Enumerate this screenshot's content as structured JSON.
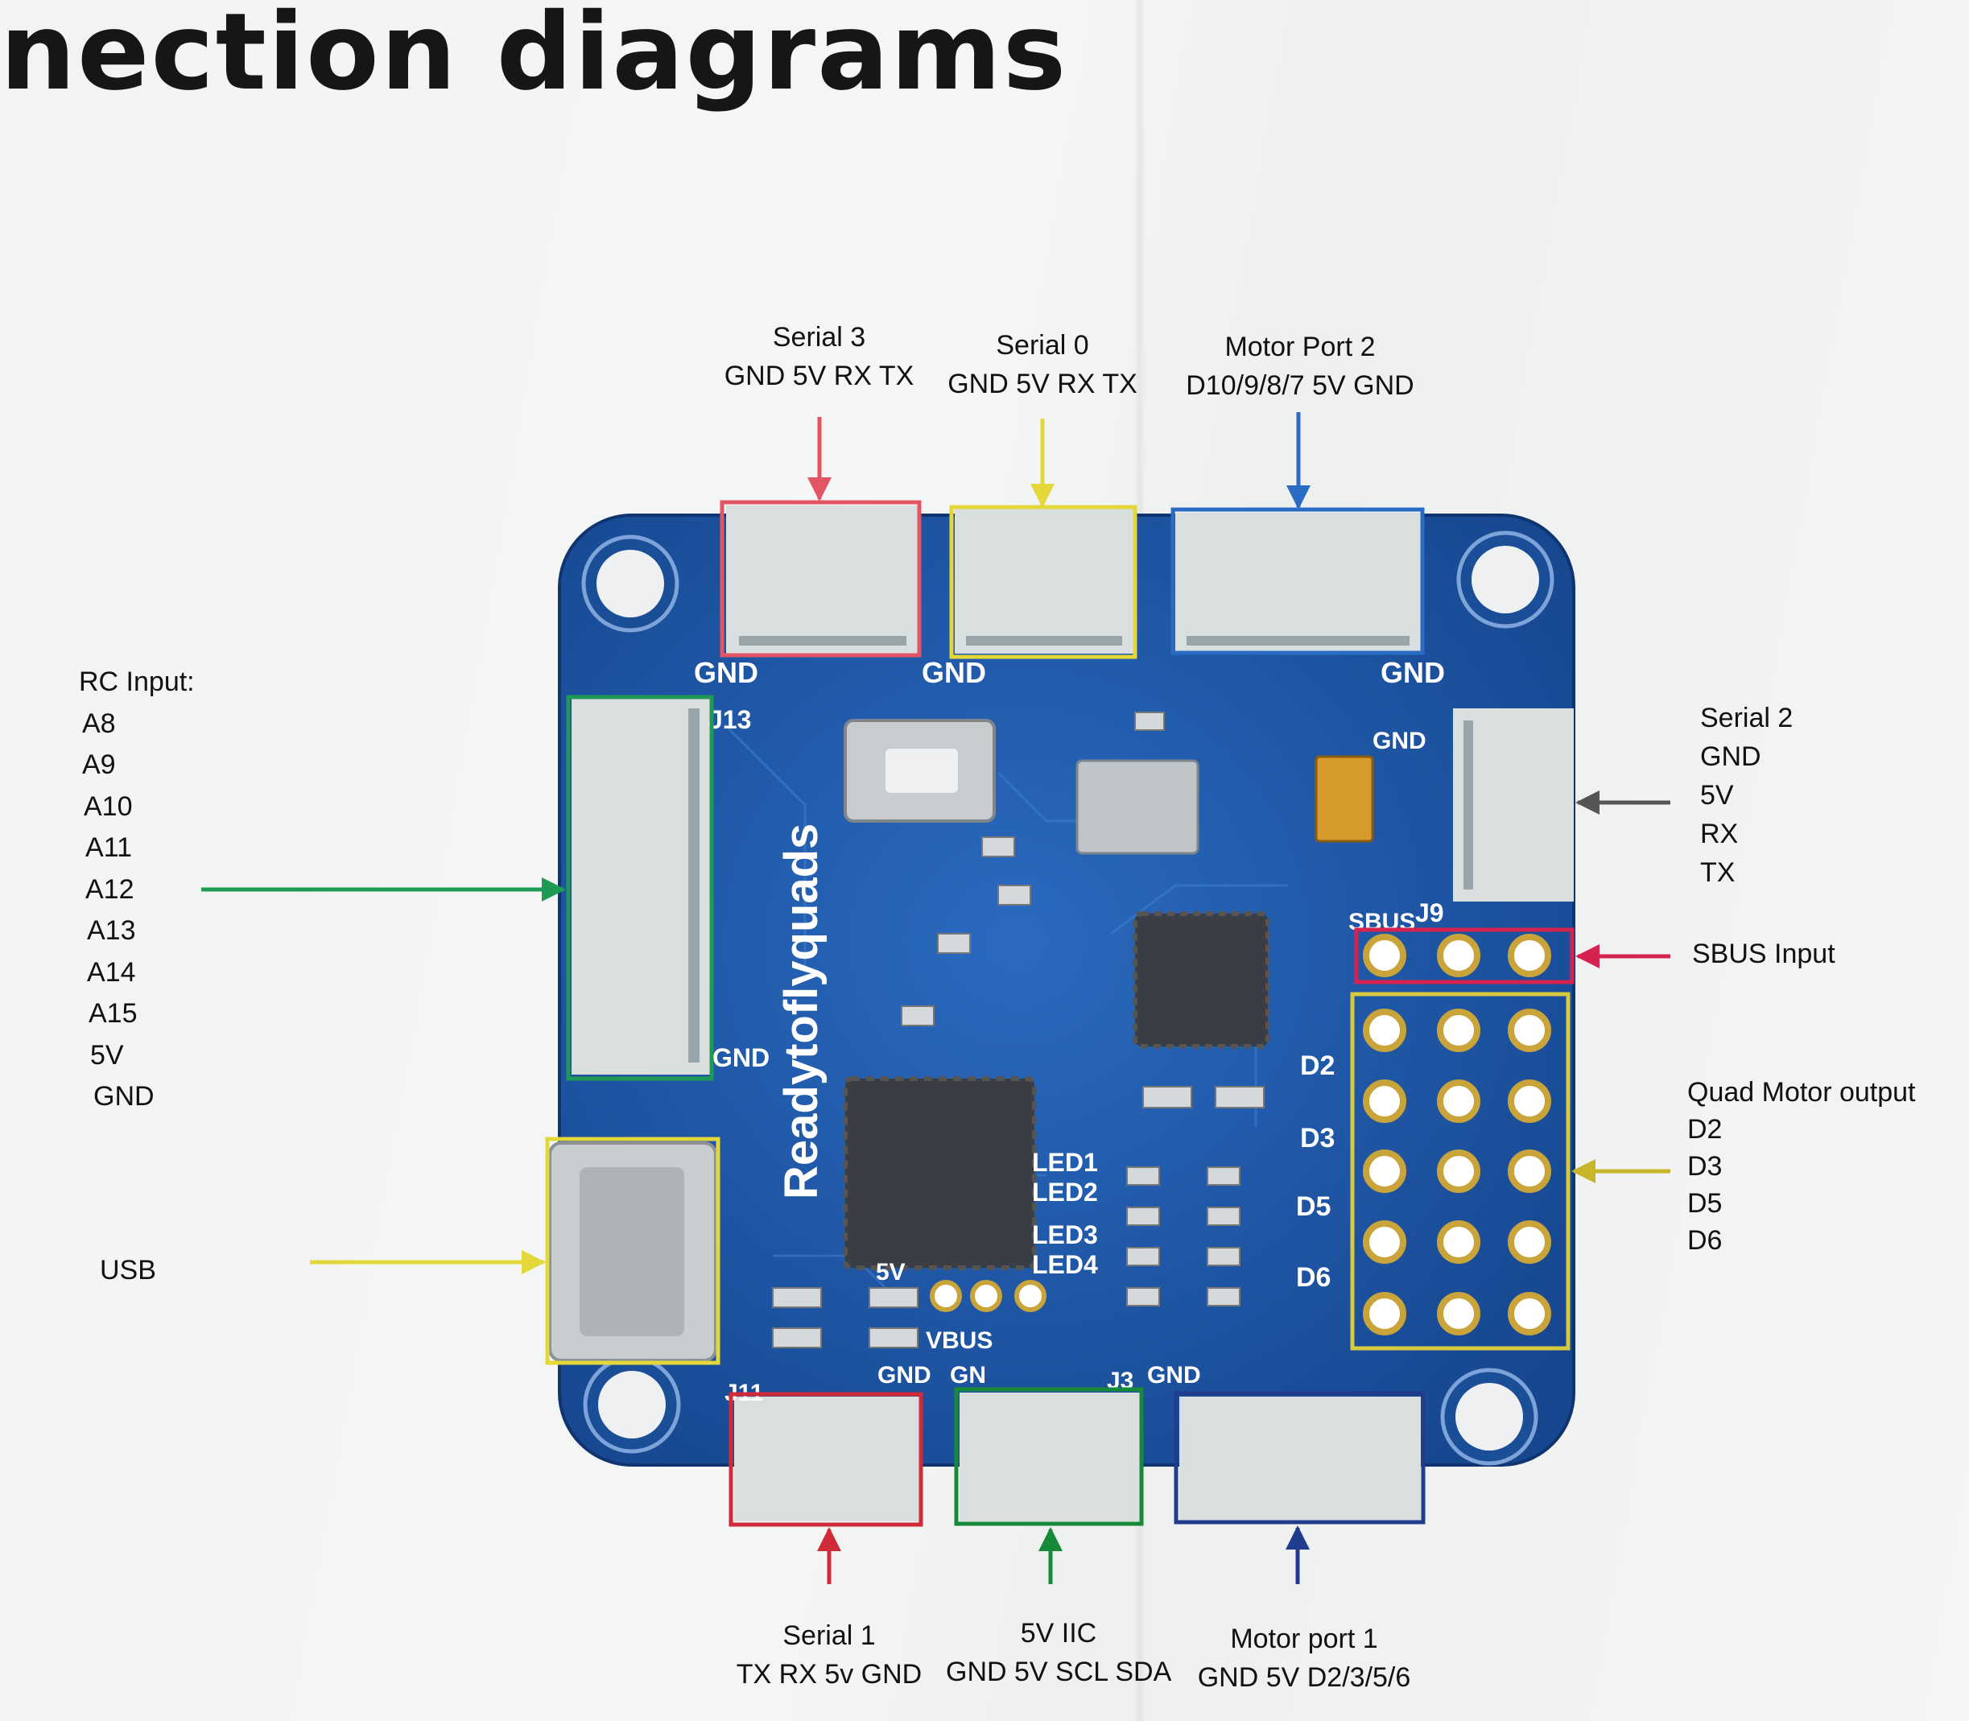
{
  "heading": "nection diagrams",
  "board": {
    "brand_text": "Readytoflyquads",
    "silkscreen": {
      "top_left": "GND",
      "top_mid": "GND",
      "top_right": "GND",
      "j13": "J13",
      "j9": "J9",
      "j11": "J11",
      "j3": "J3",
      "gnd_left": "GND",
      "gnd_right": "GND",
      "sbus": "SBUS",
      "d2": "D2",
      "d3": "D3",
      "d5": "D5",
      "d6": "D6",
      "led1": "LED1",
      "led2": "LED2",
      "led3": "LED3",
      "led4": "LED4",
      "five_v": "5V",
      "vbus": "VBUS",
      "bottom_gnd1": "GND",
      "bottom_gnd2": "GN",
      "bottom_gnd3": "GND"
    }
  },
  "labels": {
    "serial3": {
      "title": "Serial 3",
      "pins": "GND 5V RX TX"
    },
    "serial0": {
      "title": "Serial 0",
      "pins": "GND 5V RX TX"
    },
    "motor2": {
      "title": "Motor Port 2",
      "pins": "D10/9/8/7 5V GND"
    },
    "rc_input": {
      "title": "RC Input:",
      "pins": [
        "A8",
        "A9",
        "A10",
        "A11",
        "A12",
        "A13",
        "A14",
        "A15",
        "5V",
        "GND"
      ]
    },
    "usb": {
      "title": "USB"
    },
    "serial2": {
      "title": "Serial 2",
      "pins": [
        "GND",
        "5V",
        "RX",
        "TX"
      ]
    },
    "sbus": {
      "title": "SBUS Input"
    },
    "quad_motor": {
      "title": "Quad Motor output",
      "pins": [
        "D2",
        "D3",
        "D5",
        "D6"
      ]
    },
    "serial1": {
      "title": "Serial 1",
      "pins": "TX RX 5v GND"
    },
    "iic": {
      "title": "5V IIC",
      "pins": "GND 5V SCL SDA"
    },
    "motor1": {
      "title": "Motor port 1",
      "pins": "GND 5V D2/3/5/6"
    }
  },
  "colors": {
    "red": "#e03a48",
    "yellow": "#e8dc3a",
    "blue": "#2a6cc4",
    "green": "#1f9a55",
    "gray": "#555555",
    "crimson": "#d4234f",
    "olive": "#c9b52a",
    "navy": "#1f3d8c",
    "board_blue": "#1e56a8"
  }
}
